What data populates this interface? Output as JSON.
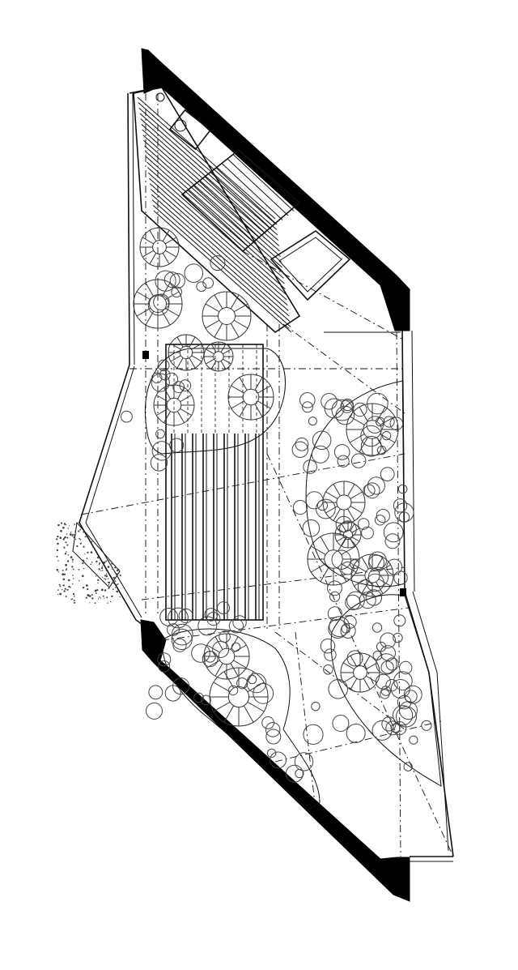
{
  "drawing": {
    "stroke_color": "#111111",
    "wall_color": "#000000",
    "background": "#ffffff",
    "elements": [
      "boundary-walls",
      "stair",
      "deck",
      "lawn-slatted-area",
      "trees",
      "shrubs",
      "gravel-patch",
      "dash-dot-grid-lines"
    ]
  }
}
